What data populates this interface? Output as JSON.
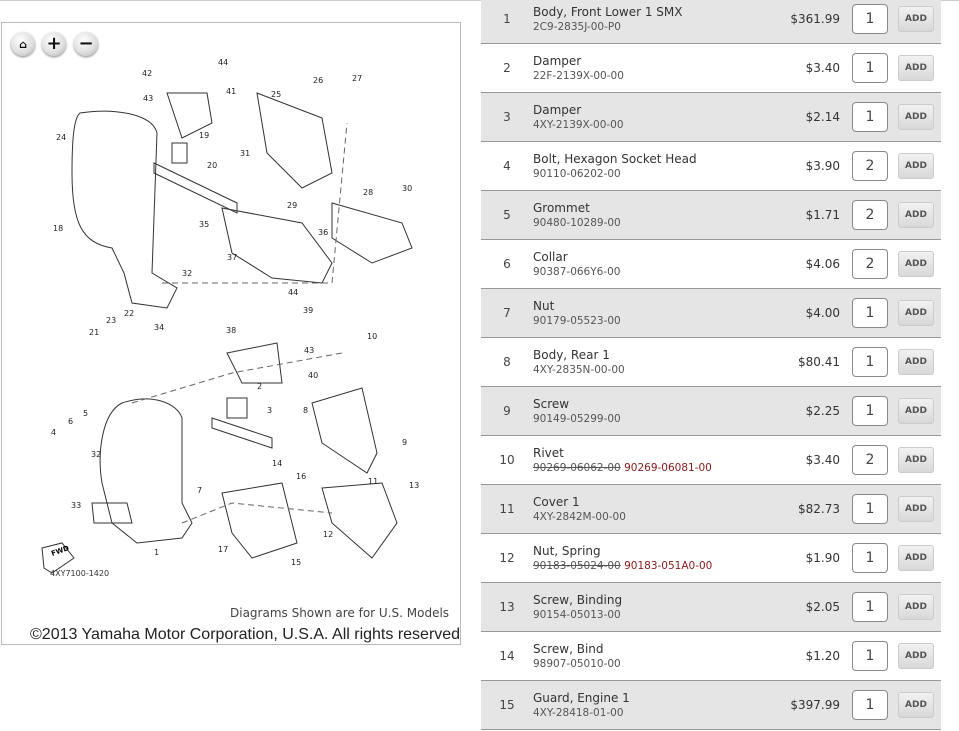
{
  "diagram": {
    "controls": {
      "home": "home-icon",
      "zoom_in": "+",
      "zoom_out": "−"
    },
    "code": "4XY7100-1420",
    "fwd_label": "FWD",
    "copyright": "©2013 Yamaha Motor Corporation, U.S.A. All rights reserved.",
    "disclaimer": "Diagrams Shown are for U.S. Models",
    "callouts": [
      "44",
      "42",
      "41",
      "43",
      "26",
      "27",
      "25",
      "19",
      "24",
      "20",
      "31",
      "18",
      "35",
      "29",
      "28",
      "30",
      "36",
      "37",
      "32",
      "21",
      "23",
      "22",
      "34",
      "44",
      "39",
      "38",
      "43",
      "10",
      "40",
      "2",
      "3",
      "8",
      "5",
      "6",
      "4",
      "32",
      "9",
      "33",
      "7",
      "14",
      "16",
      "11",
      "13",
      "12",
      "17",
      "15",
      "1"
    ]
  },
  "parts": {
    "add_label": "ADD",
    "rows": [
      {
        "ref": "1",
        "name": "Body, Front Lower 1 SMX",
        "part": "2C9-2835J-00-P0",
        "price": "$361.99",
        "qty": "1"
      },
      {
        "ref": "2",
        "name": "Damper",
        "part": "22F-2139X-00-00",
        "price": "$3.40",
        "qty": "1"
      },
      {
        "ref": "3",
        "name": "Damper",
        "part": "4XY-2139X-00-00",
        "price": "$2.14",
        "qty": "1"
      },
      {
        "ref": "4",
        "name": "Bolt, Hexagon Socket Head",
        "part": "90110-06202-00",
        "price": "$3.90",
        "qty": "2"
      },
      {
        "ref": "5",
        "name": "Grommet",
        "part": "90480-10289-00",
        "price": "$1.71",
        "qty": "2"
      },
      {
        "ref": "6",
        "name": "Collar",
        "part": "90387-066Y6-00",
        "price": "$4.06",
        "qty": "2"
      },
      {
        "ref": "7",
        "name": "Nut",
        "part": "90179-05523-00",
        "price": "$4.00",
        "qty": "1"
      },
      {
        "ref": "8",
        "name": "Body, Rear 1",
        "part": "4XY-2835N-00-00",
        "price": "$80.41",
        "qty": "1"
      },
      {
        "ref": "9",
        "name": "Screw",
        "part": "90149-05299-00",
        "price": "$2.25",
        "qty": "1"
      },
      {
        "ref": "10",
        "name": "Rivet",
        "old_part": "90269-06062-00",
        "part": "90269-06081-00",
        "price": "$3.40",
        "qty": "2"
      },
      {
        "ref": "11",
        "name": "Cover 1",
        "part": "4XY-2842M-00-00",
        "price": "$82.73",
        "qty": "1"
      },
      {
        "ref": "12",
        "name": "Nut, Spring",
        "old_part": "90183-05024-00",
        "part": "90183-051A0-00",
        "price": "$1.90",
        "qty": "1"
      },
      {
        "ref": "13",
        "name": "Screw, Binding",
        "part": "90154-05013-00",
        "price": "$2.05",
        "qty": "1"
      },
      {
        "ref": "14",
        "name": "Screw, Bind",
        "part": "98907-05010-00",
        "price": "$1.20",
        "qty": "1"
      },
      {
        "ref": "15",
        "name": "Guard, Engine 1",
        "part": "4XY-28418-01-00",
        "price": "$397.99",
        "qty": "1"
      }
    ]
  }
}
